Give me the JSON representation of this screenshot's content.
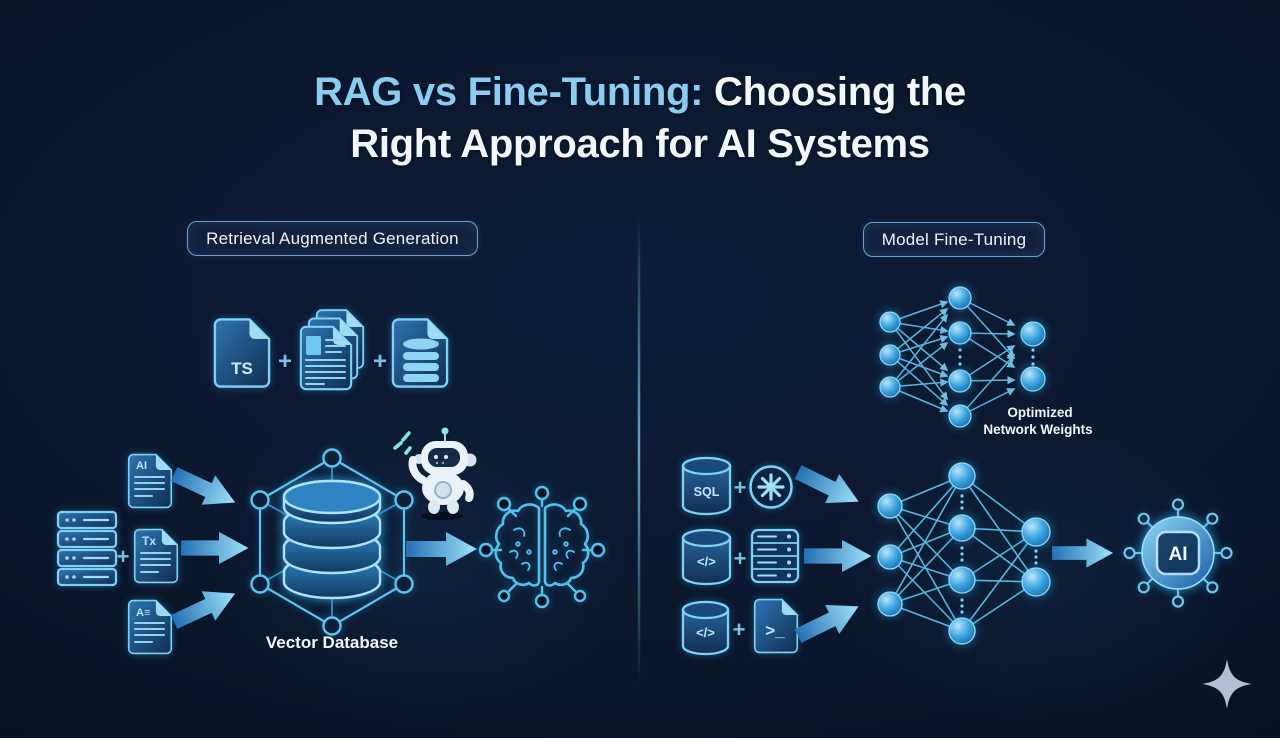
{
  "title": {
    "highlight": "RAG vs Fine-Tuning:",
    "rest": " Choosing the",
    "line2": "Right Approach for AI Systems"
  },
  "sections": {
    "rag_header": "Retrieval Augmented Generation",
    "finetune_header": "Model Fine-Tuning"
  },
  "glyphs": {
    "plus": "+",
    "code": "</>"
  },
  "rag": {
    "ts_file_label": "TS",
    "doc_ai_label": "AI",
    "doc_tx_label": "Tx",
    "doc_a_label": "A≡",
    "vector_db_label": "Vector Database"
  },
  "finetune": {
    "sql_label": "SQL",
    "terminal_label": ">_",
    "optimized_line1": "Optimized",
    "optimized_line2": "Network Weights",
    "chip_label": "AI"
  },
  "colors": {
    "background": "#0a1426",
    "title_highlight": "#8bccf0",
    "title_white": "#f3f7fa",
    "accent_cyan": "#5fc3ee",
    "stroke_light": "#7fd0f2",
    "arrow_dark": "#2471b4",
    "arrow_light": "#9fe2fa",
    "node_blue": "#2e9ad8",
    "pill_border": "#6f9fcf",
    "sparkle": "#b3bfd2"
  }
}
